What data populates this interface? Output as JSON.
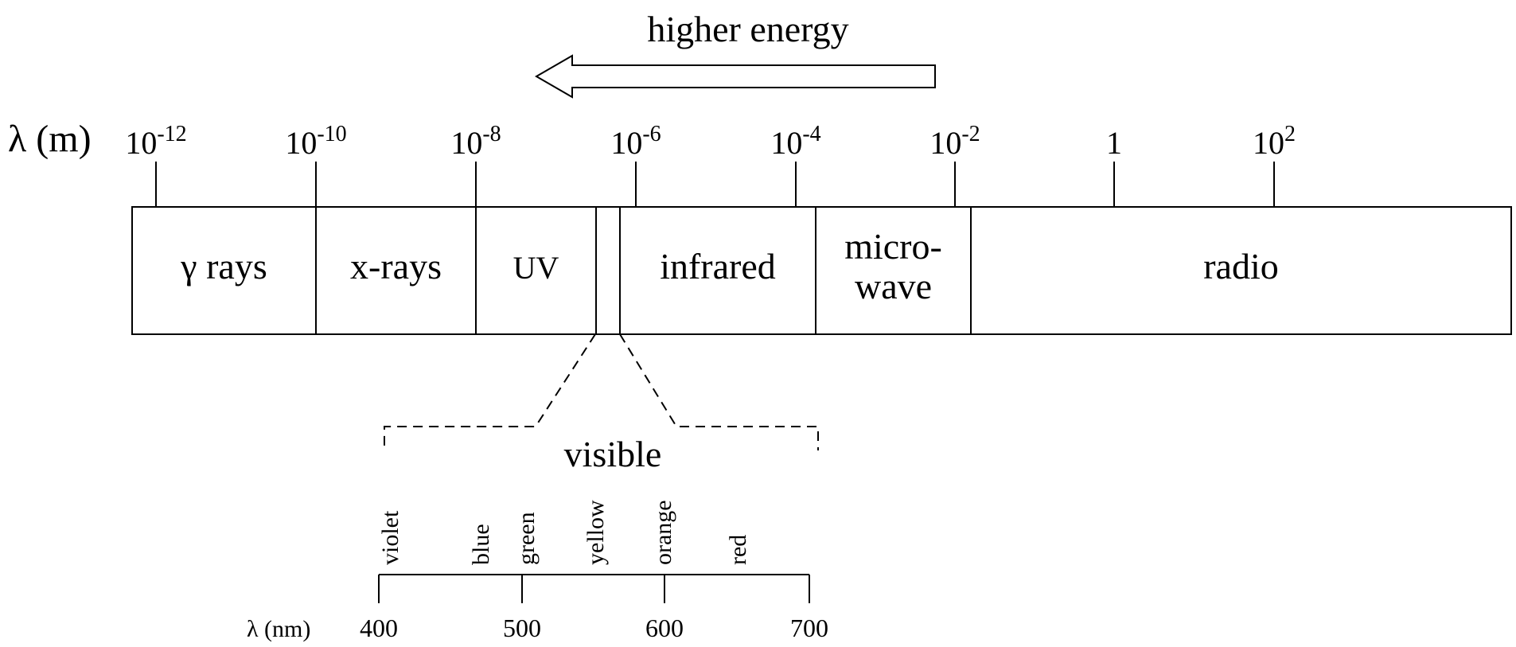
{
  "energy_label": "higher energy",
  "axis_label": "λ (m)",
  "ticks": [
    {
      "base": "10",
      "exp": "-12"
    },
    {
      "base": "10",
      "exp": "-10"
    },
    {
      "base": "10",
      "exp": "-8"
    },
    {
      "base": "10",
      "exp": "-6"
    },
    {
      "base": "10",
      "exp": "-4"
    },
    {
      "base": "10",
      "exp": "-2"
    },
    {
      "base": "1",
      "exp": ""
    },
    {
      "base": "10",
      "exp": "2"
    }
  ],
  "bands": [
    {
      "id": "gamma",
      "lines": [
        "γ rays"
      ]
    },
    {
      "id": "xray",
      "lines": [
        "x-rays"
      ]
    },
    {
      "id": "uv",
      "lines": [
        "UV"
      ]
    },
    {
      "id": "visible-slot",
      "lines": []
    },
    {
      "id": "infrared",
      "lines": [
        "infrared"
      ]
    },
    {
      "id": "microwave",
      "lines": [
        "micro-",
        "wave"
      ]
    },
    {
      "id": "radio",
      "lines": [
        "radio"
      ]
    }
  ],
  "visible": {
    "label": "visible",
    "colors": [
      "violet",
      "blue",
      "green",
      "yellow",
      "orange",
      "red"
    ],
    "scale_label": "λ (nm)",
    "scale_ticks": [
      "400",
      "500",
      "600",
      "700"
    ]
  }
}
